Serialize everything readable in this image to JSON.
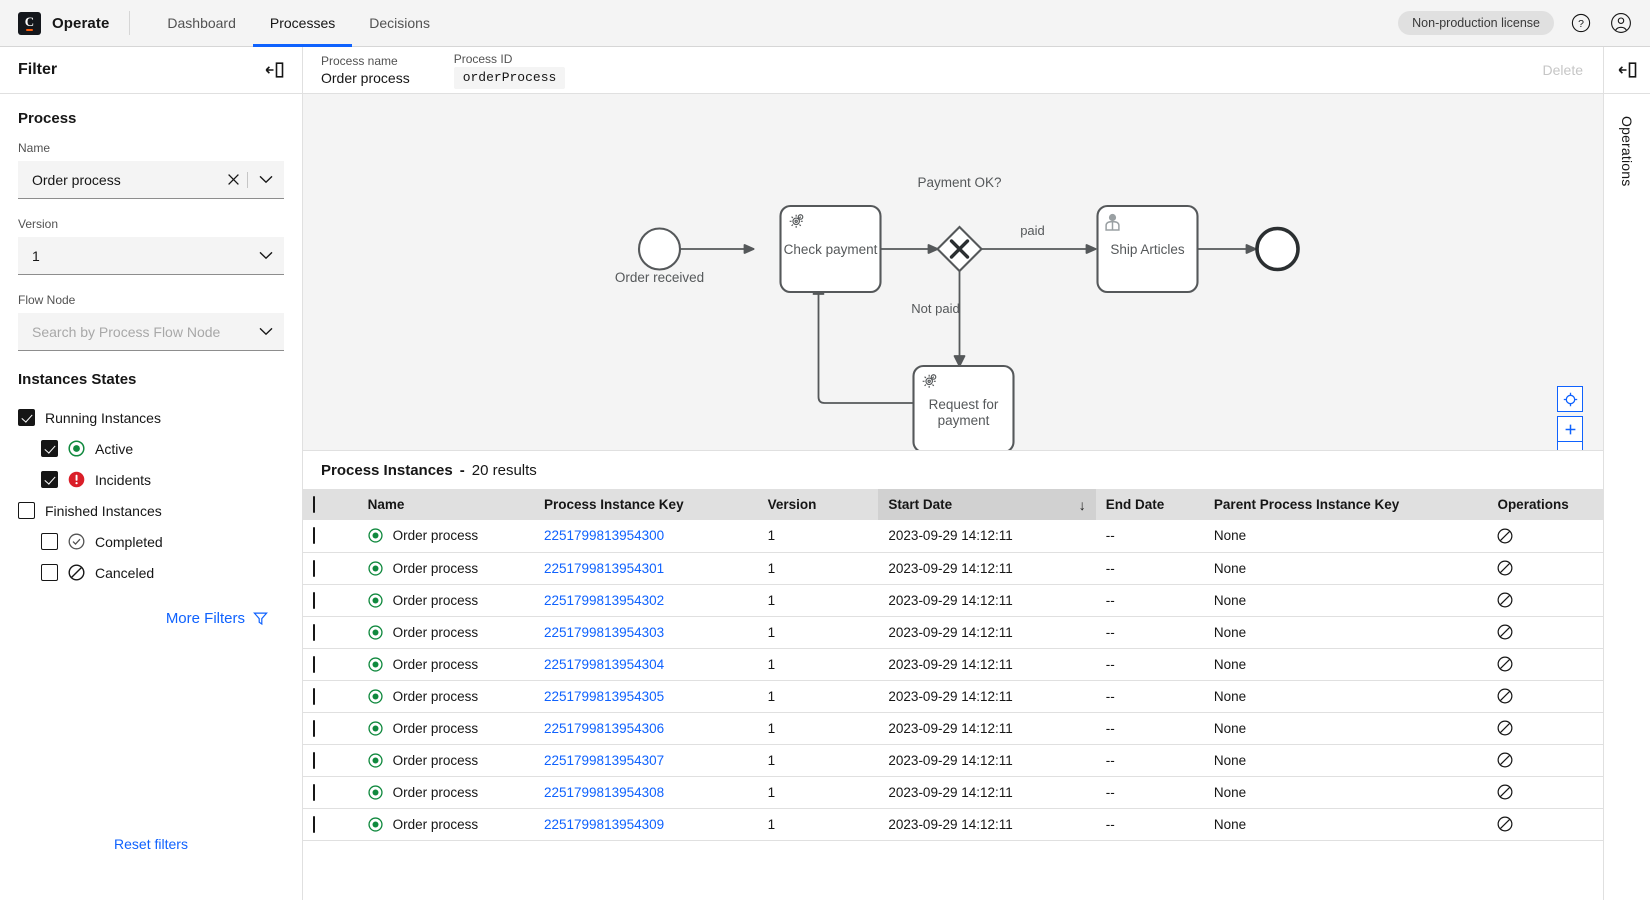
{
  "app": {
    "brand": "Operate",
    "logo_letter": "C",
    "accent": "#0f62fe",
    "brand_orange": "#fc5d0d"
  },
  "topnav": {
    "links": [
      {
        "label": "Dashboard",
        "active": false
      },
      {
        "label": "Processes",
        "active": true
      },
      {
        "label": "Decisions",
        "active": false
      }
    ],
    "license_badge": "Non-production license",
    "help_icon": "help-circle-icon",
    "user_icon": "user-avatar-icon"
  },
  "sidebar": {
    "title": "Filter",
    "collapse_icon": "panel-collapse-icon",
    "process_section": "Process",
    "name_label": "Name",
    "name_value": "Order process",
    "version_label": "Version",
    "version_value": "1",
    "flow_node_label": "Flow Node",
    "flow_node_placeholder": "Search by Process Flow Node",
    "states_title": "Instances States",
    "states": [
      {
        "label": "Running Instances",
        "checked": true,
        "indent": false,
        "icon": null
      },
      {
        "label": "Active",
        "checked": true,
        "indent": true,
        "icon": "active-dot-icon",
        "color": "#10893e"
      },
      {
        "label": "Incidents",
        "checked": true,
        "indent": true,
        "icon": "incident-icon",
        "color": "#da1e28"
      },
      {
        "label": "Finished Instances",
        "checked": false,
        "indent": false,
        "icon": null
      },
      {
        "label": "Completed",
        "checked": false,
        "indent": true,
        "icon": "completed-check-icon",
        "color": "#525252"
      },
      {
        "label": "Canceled",
        "checked": false,
        "indent": true,
        "icon": "canceled-icon",
        "color": "#161616"
      }
    ],
    "more_filters": "More Filters",
    "more_filters_icon": "filter-funnel-icon",
    "reset_filters": "Reset filters"
  },
  "panel_header": {
    "process_name_label": "Process name",
    "process_name_value": "Order process",
    "process_id_label": "Process ID",
    "process_id_value": "orderProcess",
    "delete_label": "Delete"
  },
  "diagram": {
    "type": "bpmn",
    "nodes": [
      {
        "id": "order-received",
        "type": "start-event",
        "label": "Order received"
      },
      {
        "id": "check-payment",
        "type": "service-task",
        "label": "Check payment",
        "icon": "gears-icon"
      },
      {
        "id": "payment-ok",
        "type": "exclusive-gateway",
        "label": "Payment OK?"
      },
      {
        "id": "ship-articles",
        "type": "user-task",
        "label": "Ship Articles",
        "icon": "user-task-icon"
      },
      {
        "id": "request-payment",
        "type": "service-task",
        "label": "Request for payment",
        "icon": "gears-icon"
      },
      {
        "id": "end-event",
        "type": "end-event",
        "label": ""
      }
    ],
    "flows": [
      {
        "from": "order-received",
        "to": "check-payment",
        "label": ""
      },
      {
        "from": "check-payment",
        "to": "payment-ok",
        "label": ""
      },
      {
        "from": "payment-ok",
        "to": "ship-articles",
        "label": "paid"
      },
      {
        "from": "payment-ok",
        "to": "request-payment",
        "label": "Not paid"
      },
      {
        "from": "request-payment",
        "to": "check-payment",
        "label": ""
      },
      {
        "from": "ship-articles",
        "to": "end-event",
        "label": ""
      }
    ],
    "controls": [
      {
        "name": "reset-zoom-button",
        "glyph": "reset"
      },
      {
        "name": "zoom-in-button",
        "glyph": "+"
      },
      {
        "name": "zoom-out-button",
        "glyph": "−"
      }
    ]
  },
  "table": {
    "title": "Process Instances",
    "separator": "-",
    "results": "20 results",
    "sort_column": "Start Date",
    "sort_dir_icon": "↓",
    "columns": [
      "Name",
      "Process Instance Key",
      "Version",
      "Start Date",
      "End Date",
      "Parent Process Instance Key",
      "Operations"
    ],
    "rows": [
      {
        "state": "active",
        "name": "Order process",
        "key": "2251799813954300",
        "version": "1",
        "start": "2023-09-29 14:12:11",
        "end": "--",
        "parent": "None",
        "op_icon": "cancel-operation-icon"
      },
      {
        "state": "active",
        "name": "Order process",
        "key": "2251799813954301",
        "version": "1",
        "start": "2023-09-29 14:12:11",
        "end": "--",
        "parent": "None",
        "op_icon": "cancel-operation-icon"
      },
      {
        "state": "active",
        "name": "Order process",
        "key": "2251799813954302",
        "version": "1",
        "start": "2023-09-29 14:12:11",
        "end": "--",
        "parent": "None",
        "op_icon": "cancel-operation-icon"
      },
      {
        "state": "active",
        "name": "Order process",
        "key": "2251799813954303",
        "version": "1",
        "start": "2023-09-29 14:12:11",
        "end": "--",
        "parent": "None",
        "op_icon": "cancel-operation-icon"
      },
      {
        "state": "active",
        "name": "Order process",
        "key": "2251799813954304",
        "version": "1",
        "start": "2023-09-29 14:12:11",
        "end": "--",
        "parent": "None",
        "op_icon": "cancel-operation-icon"
      },
      {
        "state": "active",
        "name": "Order process",
        "key": "2251799813954305",
        "version": "1",
        "start": "2023-09-29 14:12:11",
        "end": "--",
        "parent": "None",
        "op_icon": "cancel-operation-icon"
      },
      {
        "state": "active",
        "name": "Order process",
        "key": "2251799813954306",
        "version": "1",
        "start": "2023-09-29 14:12:11",
        "end": "--",
        "parent": "None",
        "op_icon": "cancel-operation-icon"
      },
      {
        "state": "active",
        "name": "Order process",
        "key": "2251799813954307",
        "version": "1",
        "start": "2023-09-29 14:12:11",
        "end": "--",
        "parent": "None",
        "op_icon": "cancel-operation-icon"
      },
      {
        "state": "active",
        "name": "Order process",
        "key": "2251799813954308",
        "version": "1",
        "start": "2023-09-29 14:12:11",
        "end": "--",
        "parent": "None",
        "op_icon": "cancel-operation-icon"
      },
      {
        "state": "active",
        "name": "Order process",
        "key": "2251799813954309",
        "version": "1",
        "start": "2023-09-29 14:12:11",
        "end": "--",
        "parent": "None",
        "op_icon": "cancel-operation-icon"
      }
    ]
  },
  "right_rail": {
    "collapse_icon": "panel-collapse-icon",
    "label": "Operations"
  }
}
